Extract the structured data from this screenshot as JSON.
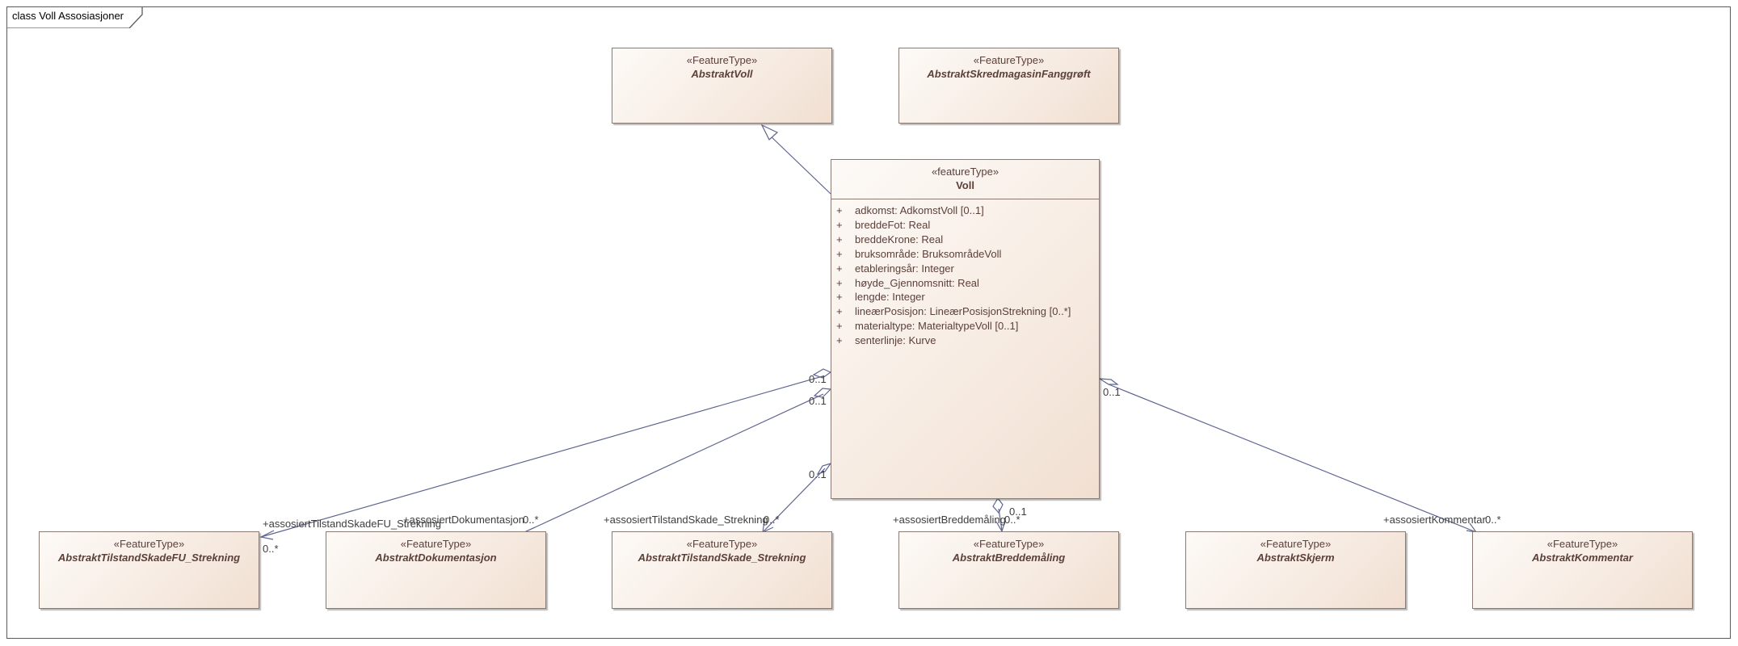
{
  "diagram": {
    "title": "class Voll Assosiasjoner"
  },
  "classes": {
    "abstrakt_voll": {
      "stereotype": "«FeatureType»",
      "name": "AbstraktVoll"
    },
    "abstrakt_skredmagasin": {
      "stereotype": "«FeatureType»",
      "name": "AbstraktSkredmagasinFanggrøft"
    },
    "voll": {
      "stereotype": "«featureType»",
      "name": "Voll",
      "attributes": [
        {
          "vis": "+",
          "text": "adkomst: AdkomstVoll [0..1]"
        },
        {
          "vis": "+",
          "text": "breddeFot: Real"
        },
        {
          "vis": "+",
          "text": "breddeKrone: Real"
        },
        {
          "vis": "+",
          "text": "bruksområde: BruksområdeVoll"
        },
        {
          "vis": "+",
          "text": "etableringsår: Integer"
        },
        {
          "vis": "+",
          "text": "høyde_Gjennomsnitt: Real"
        },
        {
          "vis": "+",
          "text": "lengde: Integer"
        },
        {
          "vis": "+",
          "text": "lineærPosisjon: LineærPosisjonStrekning [0..*]"
        },
        {
          "vis": "+",
          "text": "materialtype: MaterialtypeVoll [0..1]"
        },
        {
          "vis": "+",
          "text": "senterlinje: Kurve"
        }
      ]
    },
    "tilstand_fu": {
      "stereotype": "«FeatureType»",
      "name": "AbstraktTilstandSkadeFU_Strekning"
    },
    "dokumentasjon": {
      "stereotype": "«FeatureType»",
      "name": "AbstraktDokumentasjon"
    },
    "tilstand_strekning": {
      "stereotype": "«FeatureType»",
      "name": "AbstraktTilstandSkade_Strekning"
    },
    "breddemaling": {
      "stereotype": "«FeatureType»",
      "name": "AbstraktBreddemåling"
    },
    "skjerm": {
      "stereotype": "«FeatureType»",
      "name": "AbstraktSkjerm"
    },
    "kommentar": {
      "stereotype": "«FeatureType»",
      "name": "AbstraktKommentar"
    }
  },
  "associations": {
    "tilstand_fu": {
      "role": "+assosiertTilstandSkadeFU_Strekning",
      "target_mult": "0..*",
      "source_mult": "0..1"
    },
    "dokumentasjon": {
      "role": "+assosiertDokumentasjon",
      "target_mult": "0..*",
      "source_mult": "0..1"
    },
    "tilstand_strekning": {
      "role": "+assosiertTilstandSkade_Strekning",
      "target_mult": "0..*",
      "source_mult": "0..1"
    },
    "breddemaling": {
      "role": "+assosiertBreddemåling",
      "target_mult": "0..*",
      "source_mult": "0..1"
    },
    "kommentar": {
      "role": "+assosiertKommentar",
      "target_mult": "0..*",
      "source_mult": "0..1"
    }
  },
  "colors": {
    "class_border": "#8a7a72",
    "class_text": "#5b3f39",
    "edge": "#5f6590"
  }
}
